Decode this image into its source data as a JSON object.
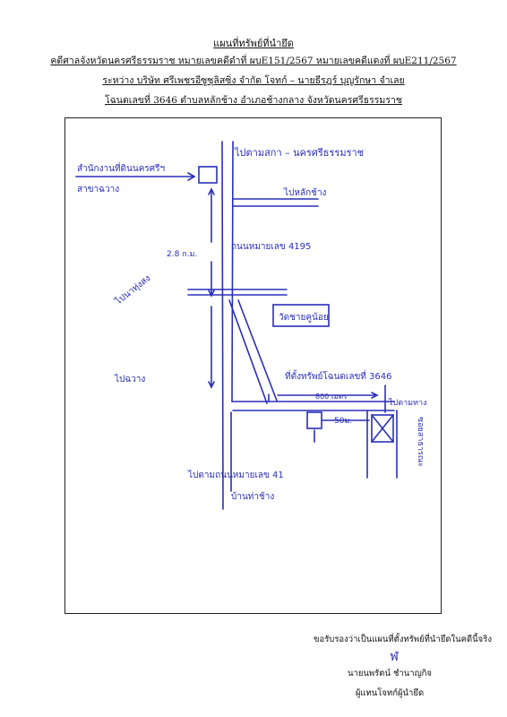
{
  "header": {
    "title": "แผนที่ทรัพย์ที่นำยึด",
    "line1": "คดีศาลจังหวัดนครศรีธรรมราช หมายเลขคดีดำที่ ผบE151/2567 หมายเลขคดีแดงที่ ผบE211/2567",
    "line2": "ระหว่าง บริษัท ศรีเพชรอีซูซุลิสซิ่ง จำกัด โจทก์ – นายธีรฎร์ บุญรักษา จำเลย",
    "line3": "โฉนดเลขที่  3646  ตำบลหลักช้าง  อำเภอช้างกลาง  จังหวัดนครศรีธรรมราช"
  },
  "map": {
    "labels": {
      "top_road": "ไปตามสกา – นครศรีธรรมราช",
      "office_line1": "สำนักงานที่ดินนครศรีฯ",
      "office_line2": "สาขาฉวาง",
      "to_lak_chang": "ไปหลักช้าง",
      "distance_left": "2.8 ก.ม.",
      "road_number": "ถนนหมายเลข 4195",
      "to_thung_song": "ไปนาทุ่งสง",
      "temple": "วัดชายคูน้อย",
      "to_chawang": "ไปฉวาง",
      "land_note": "ที่ตั้งทรัพย์โฉนดเลขที่ 3646",
      "distance_800": "800 เมตร",
      "to_road_end": "ไปตามทาง",
      "distance_50": "50ม.",
      "soi": "ซอยสาธารณะ",
      "bottom_road": "ไปตามถนนหมายเลข 41",
      "tha_chang": "บ้านท่าช้าง"
    }
  },
  "footer": {
    "certify": "ขอรับรองว่าเป็นแผนที่ตั้งทรัพย์ที่นำยึดในคดีนี้จริง",
    "signature": "ฬ",
    "name": "นายนพรัตน์ ชำนาญกิจ",
    "role": "ผู้แทนโจทก์ผู้นำยึด"
  }
}
